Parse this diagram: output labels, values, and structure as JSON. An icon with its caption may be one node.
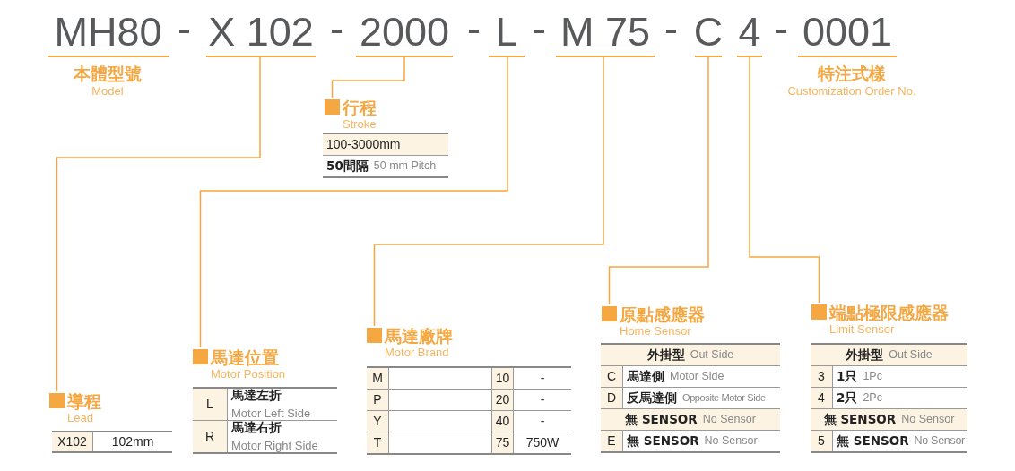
{
  "diagram": {
    "nodes": [
      {
        "text": [
          "MH80"
        ],
        "beside": [
          "本體型號",
          "Model"
        ]
      },
      {
        "text": [
          "X 102"
        ]
      },
      {
        "text": [
          "2000"
        ]
      },
      {
        "text": [
          "L"
        ]
      },
      {
        "text": [
          "M 75"
        ]
      },
      {
        "text": [
          "C"
        ]
      },
      {
        "text": [
          "4"
        ]
      },
      {
        "text": [
          "0001"
        ],
        "beside": [
          "特注式樣",
          "Customization Order No."
        ]
      },
      {
        "text": [
          "行程",
          "Stroke"
        ]
      },
      {
        "text": [
          "導程",
          "Lead"
        ]
      },
      {
        "text": [
          "馬達位置",
          "Motor Position"
        ]
      },
      {
        "text": [
          "馬達廠牌",
          "Motor Brand"
        ]
      },
      {
        "text": [
          "原點感應器",
          "Home Sensor"
        ]
      },
      {
        "text": [
          "端點極限感應器",
          "Limit Sensor"
        ]
      }
    ],
    "edges": [
      {
        "from": 1,
        "to": 9,
        "arrow": "none"
      },
      {
        "from": 2,
        "to": 8,
        "arrow": "none"
      },
      {
        "from": 3,
        "to": 10,
        "arrow": "none"
      },
      {
        "from": 4,
        "to": 11,
        "arrow": "none"
      },
      {
        "from": 5,
        "to": 12,
        "arrow": "none"
      },
      {
        "from": 6,
        "to": 13,
        "arrow": "none"
      }
    ],
    "labels": [
      "-",
      "-",
      "-",
      "-",
      "-",
      "-",
      "100-3000mm",
      "50間隔",
      "50 mm Pitch",
      "X102",
      "102mm",
      "L",
      "馬達左折",
      "Motor Left Side",
      "R",
      "馬達右折",
      "Motor Right Side",
      "M",
      "10",
      "-",
      "P",
      "20",
      "-",
      "Y",
      "40",
      "-",
      "T",
      "75",
      "750W",
      "外掛型",
      "Out Side",
      "C",
      "馬達側",
      "Motor Side",
      "D",
      "反馬達側",
      "Opposite Motor Side",
      "無 SENSOR",
      "No Sensor",
      "E",
      "無 SENSOR",
      "No Sensor",
      "外掛型",
      "Out Side",
      "3",
      "1只",
      "1Pc",
      "4",
      "2只",
      "2Pc",
      "無 SENSOR",
      "No Sensor",
      "5",
      "無 SENSOR",
      "No Sensor"
    ]
  }
}
